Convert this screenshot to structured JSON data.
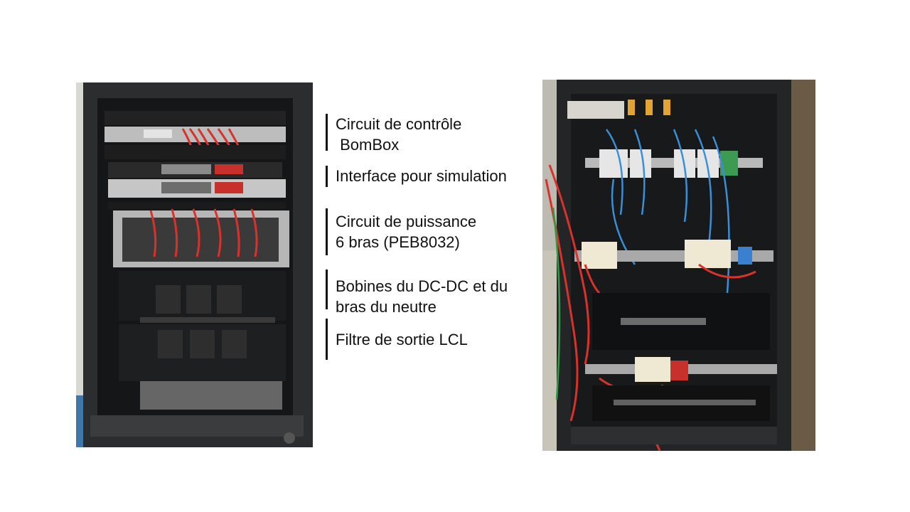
{
  "annotations": [
    {
      "text": "Circuit de contrôle\n BomBox"
    },
    {
      "text": "Interface pour simulation"
    },
    {
      "text": "Circuit de puissance\n6 bras (PEB8032)"
    },
    {
      "text": "Bobines du DC-DC et du\nbras du neutre"
    },
    {
      "text": "Filtre de sortie LCL"
    }
  ],
  "colors": {
    "background": "#ffffff",
    "rack_frame": "#2b2d2e",
    "wire_red": "#d9322b",
    "wire_blue": "#3b8fd6"
  }
}
